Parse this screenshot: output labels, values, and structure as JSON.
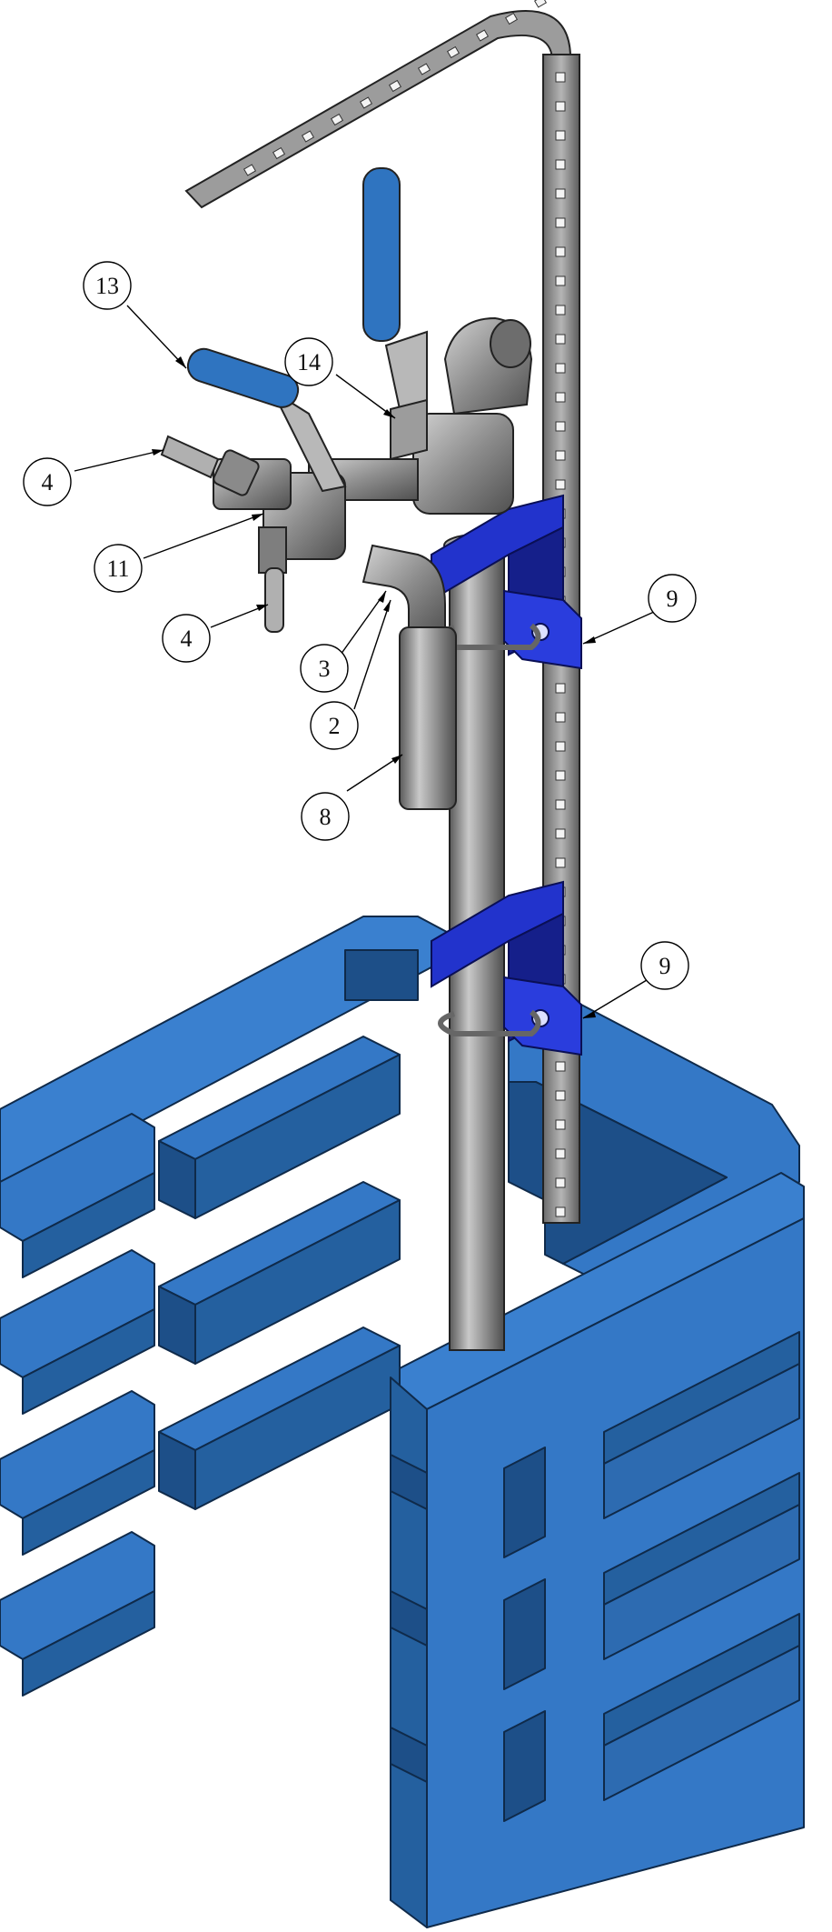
{
  "drawing": {
    "title": "",
    "colors": {
      "frame_blue": "#3478c6",
      "frame_blue_dark": "#1d4f88",
      "frame_blue_shadow": "#24609f",
      "bracket_blue": "#2233cc",
      "bracket_blue_dark": "#151f8a",
      "handle_blue": "#2f74c0",
      "steel": "#8e8e8e",
      "steel_light": "#c4c4c4",
      "steel_dark": "#555555",
      "outline": "#111111"
    },
    "balloons": [
      {
        "label": "13"
      },
      {
        "label": "14"
      },
      {
        "label": "4"
      },
      {
        "label": "11"
      },
      {
        "label": "4"
      },
      {
        "label": "3"
      },
      {
        "label": "2"
      },
      {
        "label": "8"
      },
      {
        "label": "9"
      },
      {
        "label": "9"
      }
    ]
  }
}
